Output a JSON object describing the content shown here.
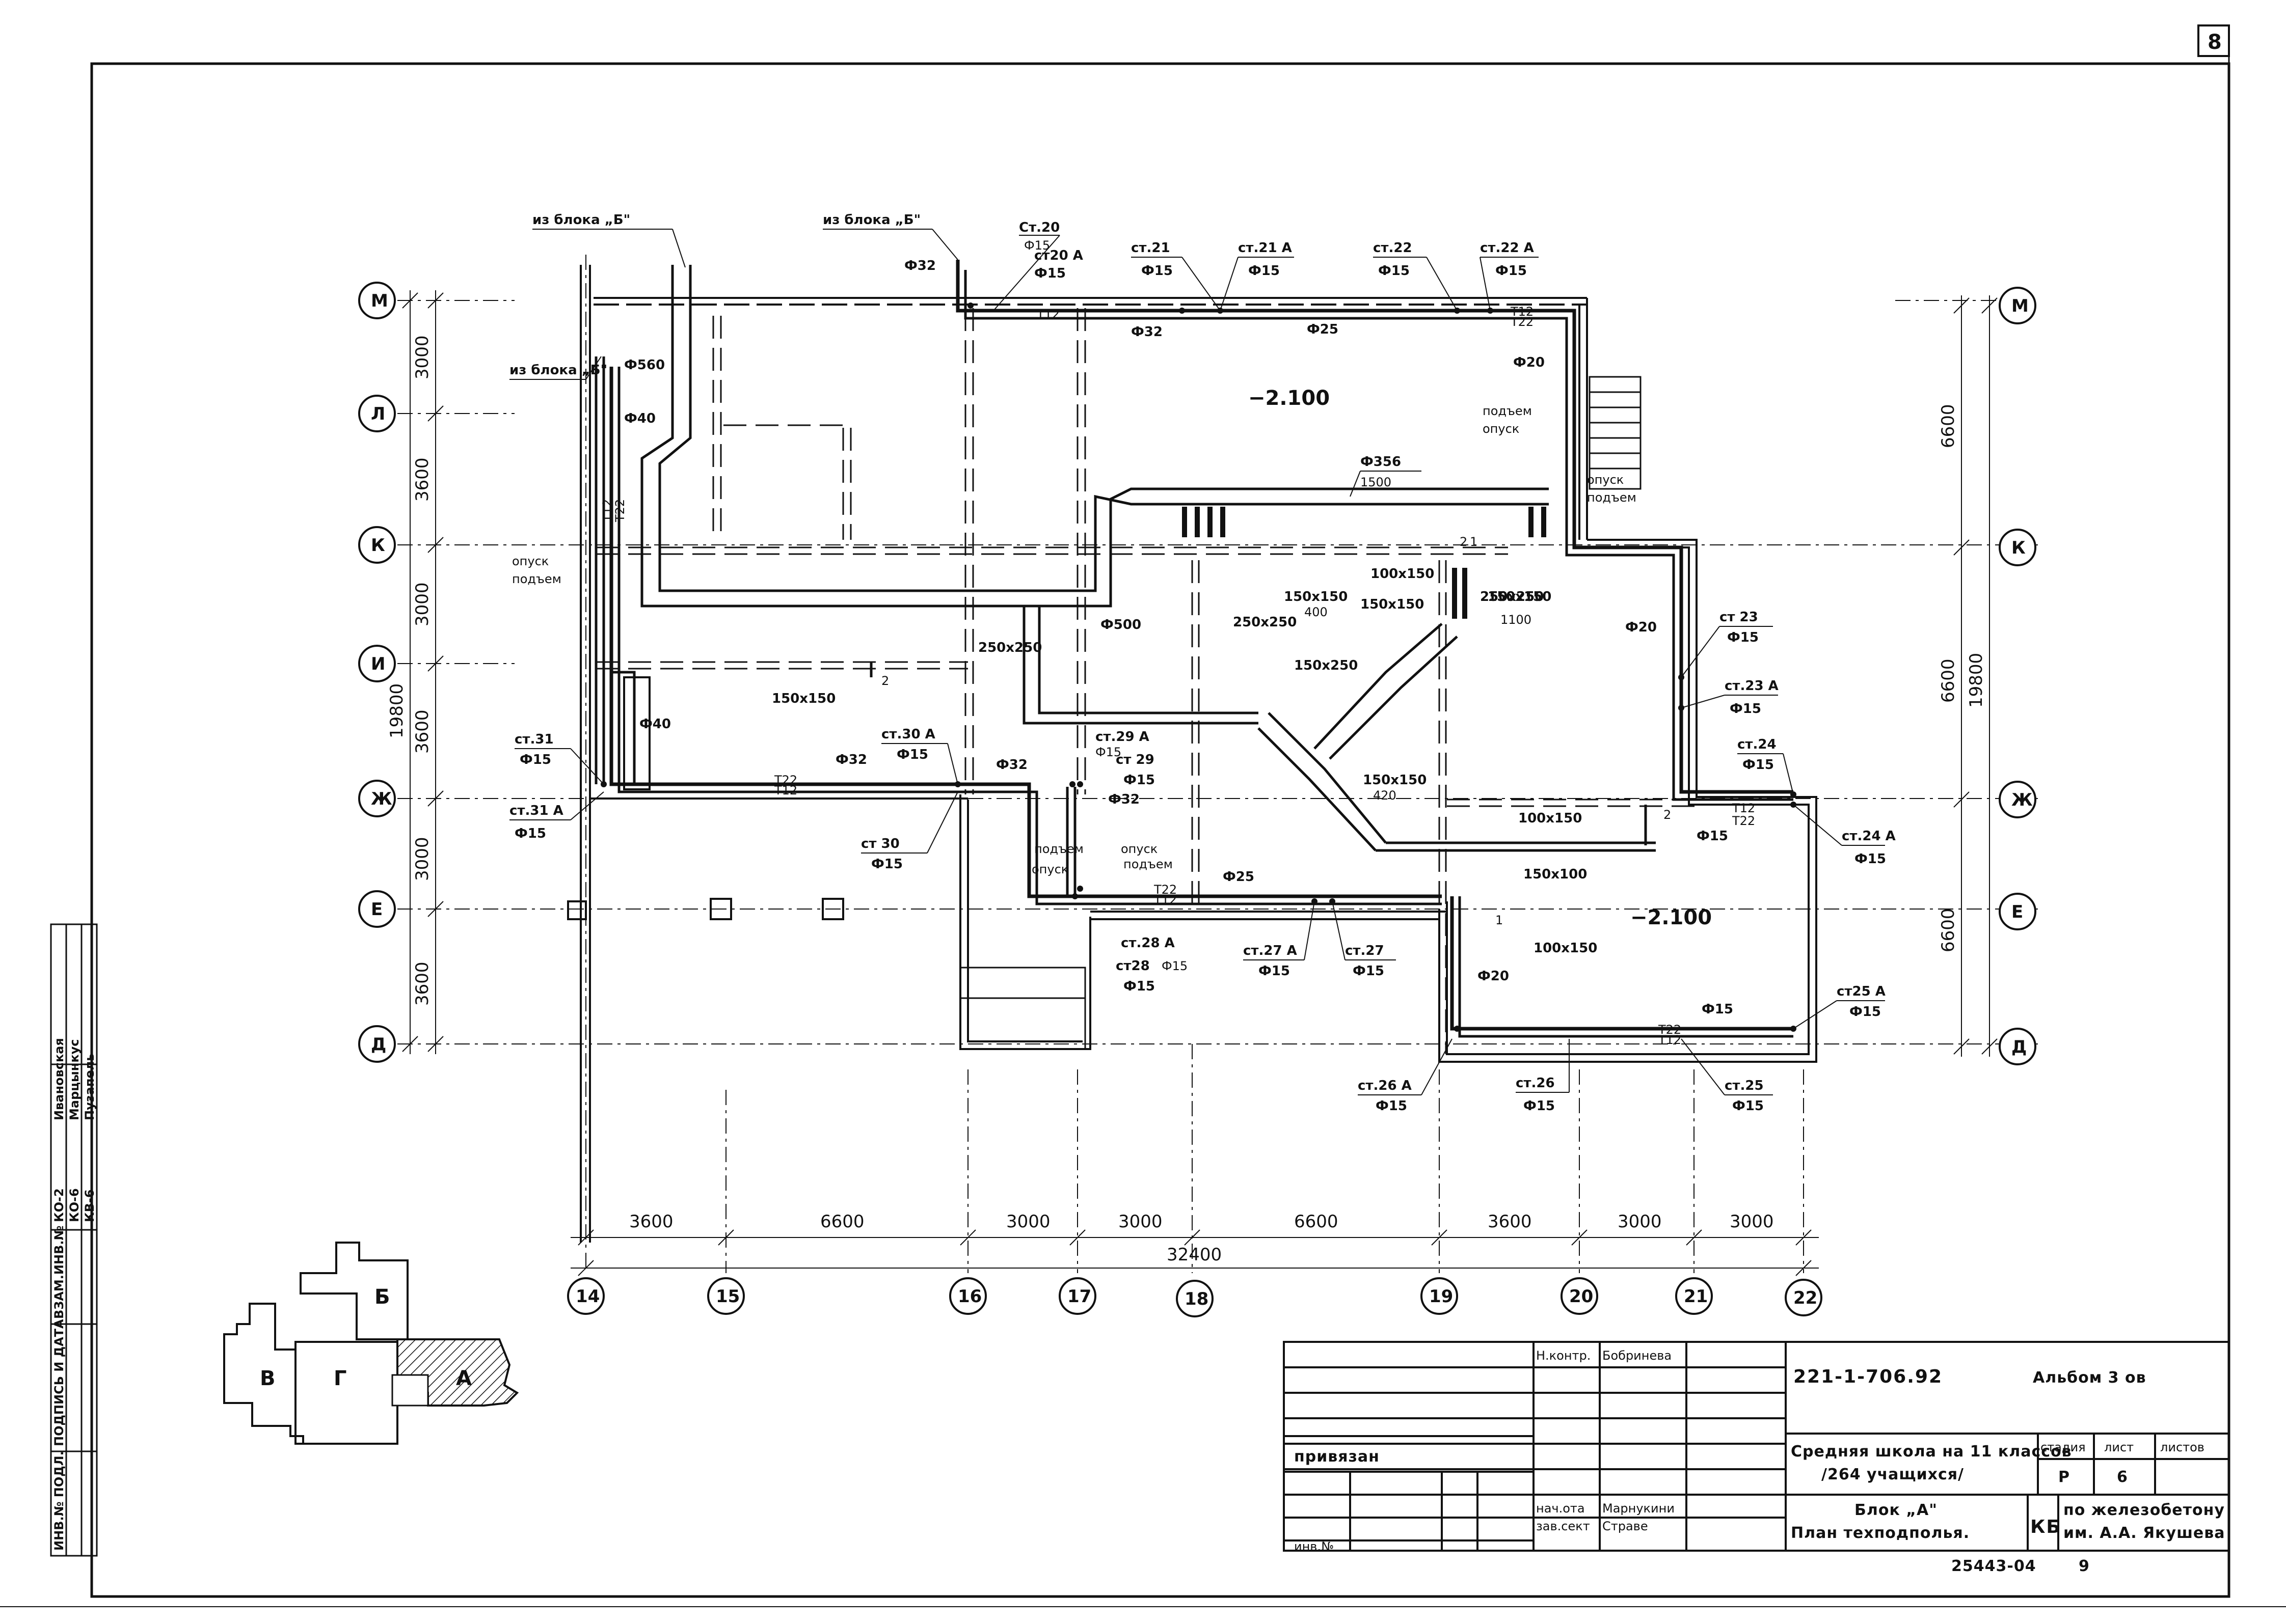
{
  "sheet": {
    "number": "8"
  },
  "grid": {
    "rows_left": [
      "М",
      "Л",
      "К",
      "И",
      "Ж",
      "Е",
      "Д"
    ],
    "rows_right": [
      "М",
      "К",
      "Ж",
      "Е",
      "Д"
    ],
    "cols": [
      "14",
      "15",
      "16",
      "17",
      "18",
      "19",
      "20",
      "21",
      "22"
    ],
    "dims_left": [
      "3000",
      "3600",
      "3000",
      "3600",
      "3000",
      "3600"
    ],
    "dim_left_total": "19800",
    "dims_right": [
      "6600",
      "6600",
      "6600"
    ],
    "dim_right_total": "19800",
    "dims_bottom": [
      "3600",
      "6600",
      "3000",
      "3000",
      "6600",
      "3600",
      "3000",
      "3000"
    ],
    "dim_bottom_total": "32400"
  },
  "plan": {
    "from_block_b": "из блока „Б\"",
    "elev_left": "−2.100",
    "elev_right": "−2.100",
    "risers": {
      "st20": "Ст.20",
      "st20a": "ст20 А",
      "st21": "ст.21",
      "st21a": "ст.21 А",
      "st22": "ст.22",
      "st22a": "ст.22 А",
      "st23": "ст 23",
      "st23a": "ст.23 А",
      "st24": "ст.24",
      "st24a": "ст.24 А",
      "st25": "ст.25",
      "st25a": "ст25 А",
      "st26": "ст.26",
      "st26a": "ст.26 А",
      "st27": "ст.27",
      "st27a": "ст.27 А",
      "st28": "ст28",
      "st28a": "ст.28 А",
      "st29": "ст 29",
      "st29a": "ст.29 А",
      "st30": "ст 30",
      "st30a": "ст.30 А",
      "st31": "ст.31",
      "st31a": "ст.31 А"
    },
    "pipes": {
      "d15": "Ф15",
      "d20": "Ф20",
      "d25": "Ф25",
      "d32": "Ф32",
      "d40": "Ф40",
      "d500": "Ф500",
      "d560": "Ф560",
      "d356": "Ф356",
      "len1500": "1500"
    },
    "ducts": {
      "d100x150": "100х150",
      "d150x150": "150х150",
      "d150x250": "150х250",
      "d250x250": "250х250",
      "d150x100": "150х100",
      "n400": "400",
      "n420": "420",
      "n1100": "1100"
    },
    "notes": {
      "podem": "подъем",
      "opusk": "опуск",
      "t12": "Т12",
      "t22": "Т22",
      "n1": "1",
      "n2": "2"
    }
  },
  "title_block": {
    "n_kontr": "Н.контр.",
    "n_kontr_name": "Бобринева",
    "nach_ota": "нач.ота",
    "nach_ota_name": "Марнукини",
    "zav_sekt": "зав.сект",
    "zav_sekt_name": "Страве",
    "privyazan": "привязан",
    "inv_no": "инв.№",
    "doc_code": "221-1-706.92",
    "album": "Альбом 3 ов",
    "title_line1": "Средняя школа на 11 классов",
    "title_line2": "/264 учащихся/",
    "title_line3": "Блок „А\"",
    "title_line4": "План техподполья.",
    "stage_hdr": "стадия",
    "sheet_hdr": "лист",
    "sheets_hdr": "листов",
    "stage": "Р",
    "sheet_no": "6",
    "org_mark": "КБ",
    "org_line1": "по железобетону",
    "org_line2": "им. А.А. Якушева",
    "footer_code": "25443-04",
    "footer_no": "9"
  },
  "side_stamp": {
    "cols": [
      "ИНВ.№ ПОДЛ.",
      "ПОДПИСЬ И ДАТА",
      "ВЗАМ.ИНВ.№"
    ],
    "codes": [
      "КО-2",
      "КО-6",
      "КВ-6"
    ],
    "names": [
      "Ивановская",
      "Марцынкус",
      "Пузапель"
    ]
  },
  "key_plan": {
    "labels": [
      "В",
      "Г",
      "Б",
      "А"
    ]
  }
}
